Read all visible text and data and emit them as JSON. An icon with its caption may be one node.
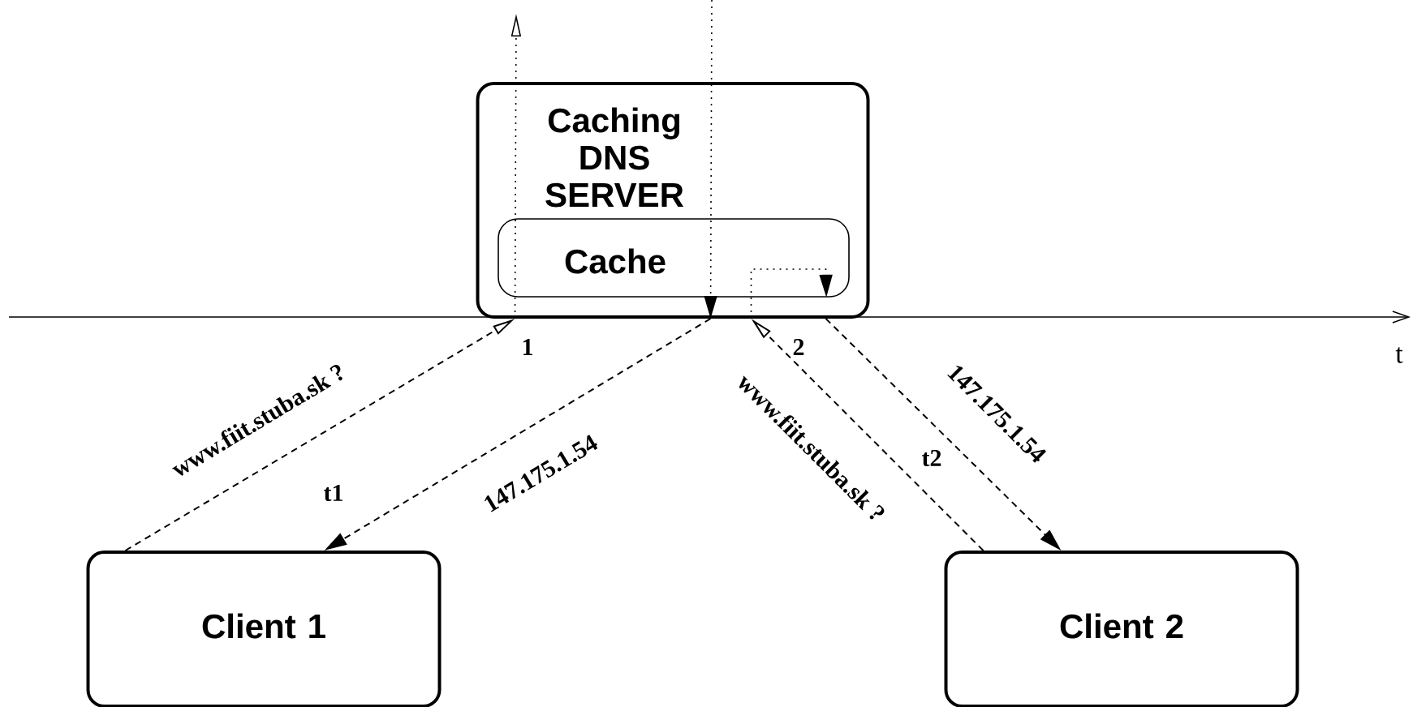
{
  "diagram": {
    "nodes": [
      {
        "text": [
          "Caching DNS SERVER"
        ]
      },
      {
        "text": [
          "Cache"
        ],
        "in": 0
      },
      {
        "text": [
          "Client 1"
        ]
      },
      {
        "text": [
          "Client 2"
        ]
      }
    ],
    "edges": [
      {
        "from": 2,
        "to": 0,
        "arrow": "to",
        "style": "dashed",
        "label": "www.fiit.stuba.sk ?"
      },
      {
        "from": 0,
        "to": null,
        "arrow": "to",
        "style": "dashed"
      },
      {
        "from": null,
        "to": 0,
        "arrow": "to",
        "style": "dashed"
      },
      {
        "from": 0,
        "to": 2,
        "arrow": "to",
        "style": "dashed",
        "label": "147.175.1.54"
      },
      {
        "from": 3,
        "to": 0,
        "arrow": "to",
        "style": "dashed",
        "label": "www.fiit.stuba.sk ?"
      },
      {
        "from": 0,
        "to": 1,
        "arrow": "to",
        "style": "dashed"
      },
      {
        "from": 0,
        "to": 3,
        "arrow": "to",
        "style": "dashed",
        "label": "147.175.1.54"
      }
    ],
    "labels": [
      "1",
      "2",
      "t1",
      "t2",
      "t"
    ]
  }
}
